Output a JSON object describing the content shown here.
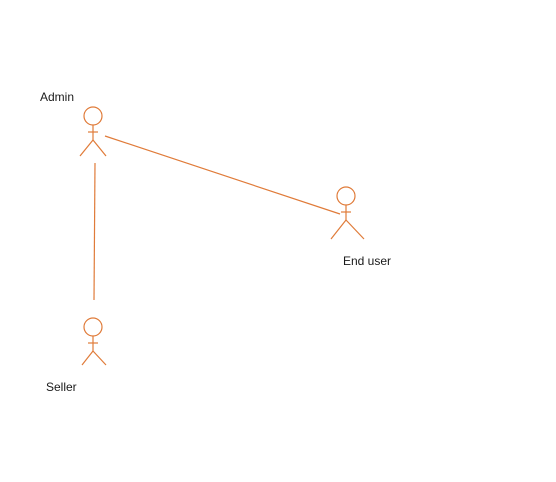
{
  "diagram": {
    "stroke_color": "#e07b39",
    "actors": [
      {
        "id": "admin",
        "label": "Admin"
      },
      {
        "id": "end-user",
        "label": "End user"
      },
      {
        "id": "seller",
        "label": "Seller"
      }
    ],
    "associations": [
      {
        "from": "admin",
        "to": "end-user"
      },
      {
        "from": "admin",
        "to": "seller"
      }
    ]
  }
}
